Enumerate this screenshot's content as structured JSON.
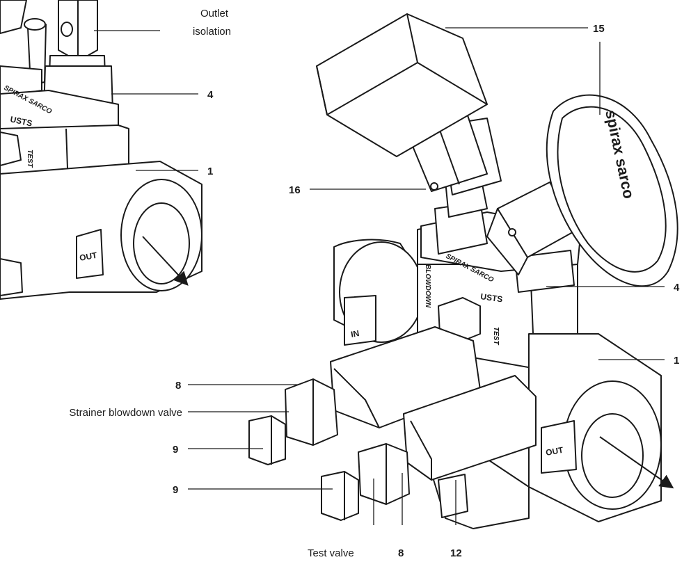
{
  "labels": {
    "outlet_isolation_1": "Outlet",
    "outlet_isolation_2": "isolation",
    "strainer_blowdown_valve": "Strainer blowdown valve",
    "test_valve": "Test valve"
  },
  "callouts": {
    "c15": "15",
    "c4_left": "4",
    "c4_right": "4",
    "c1_left": "1",
    "c1_right": "1",
    "c16": "16",
    "c8_a": "8",
    "c8_b": "8",
    "c9_a": "9",
    "c9_b": "9",
    "c12": "12"
  },
  "body_markings": {
    "brand_left": "SPIRAX SARCO",
    "brand_right": "SPIRAX SARCO",
    "model_left": "USTS",
    "model_right": "USTS",
    "test_left": "TEST",
    "test_right": "TEST",
    "blowdown": "BLOWDOWN",
    "inlet_tag": "IN",
    "outlet_tag_left": "OUT",
    "outlet_tag_right": "OUT",
    "handwheel_logo": "spirax sarco"
  },
  "colors": {
    "line": "#1a1a1a",
    "fill": "#ffffff"
  }
}
